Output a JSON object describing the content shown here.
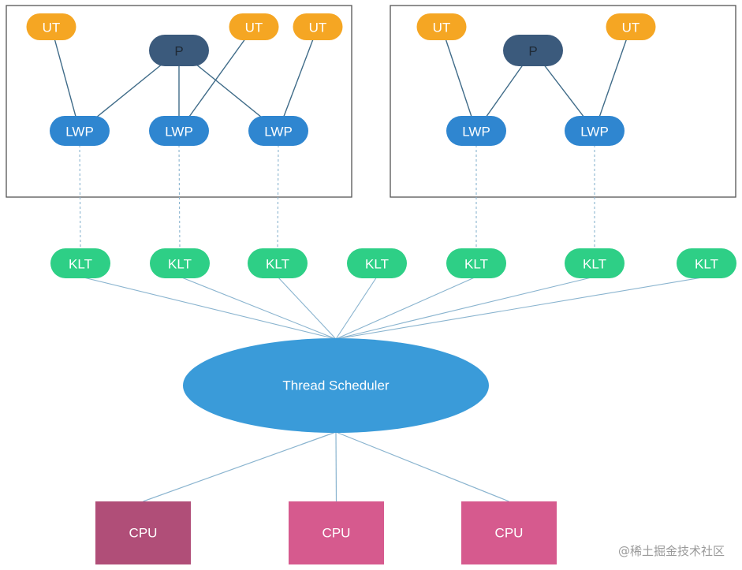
{
  "labels": {
    "user_thread": "UT",
    "process": "P",
    "lwp": "LWP",
    "klt": "KLT",
    "scheduler": "Thread Scheduler",
    "cpu": "CPU"
  },
  "watermark": "@稀土掘金技术社区",
  "colors": {
    "ut": "#f5a623",
    "process": "#3b5a7c",
    "lwp": "#2f86d0",
    "klt": "#2ecf86",
    "scheduler": "#3a9bd9",
    "cpu_dark": "#b04e78",
    "cpu": "#d65a8e",
    "line_dark": "#3f6b88",
    "line_light": "#8ab4cf",
    "frame": "#555555",
    "label_light": "#ffffff",
    "label_dark": "#1f2a36"
  },
  "process_groups": [
    {
      "ut_count": 3,
      "lwp_count": 3,
      "ut_to_lwp": [
        [
          0,
          0
        ],
        [
          1,
          1
        ],
        [
          2,
          2
        ]
      ],
      "p_to_lwp": [
        0,
        1,
        2
      ],
      "lwp_to_klt": [
        0,
        1,
        2
      ]
    },
    {
      "ut_count": 2,
      "lwp_count": 2,
      "ut_to_lwp": [
        [
          0,
          0
        ],
        [
          1,
          1
        ]
      ],
      "p_to_lwp": [
        0,
        1
      ],
      "lwp_to_klt": [
        4,
        5
      ]
    }
  ],
  "klt_count": 7,
  "cpu_count": 3
}
